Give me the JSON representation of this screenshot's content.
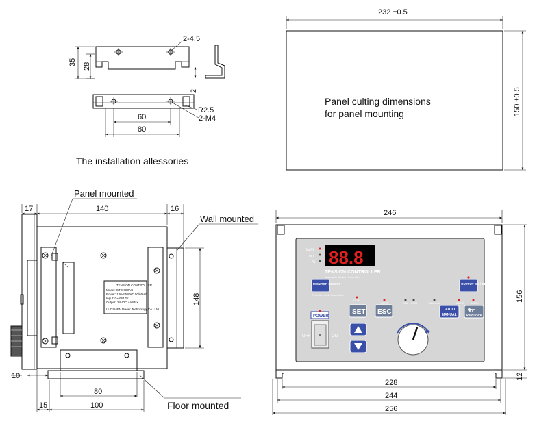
{
  "top_left": {
    "dims": {
      "d35": "35",
      "d28": "28",
      "hole_label": "2-4.5",
      "d2": "2",
      "r": "R2.5",
      "m4": "2-M4",
      "d60": "60",
      "d80": "80"
    },
    "caption": "The installation allessories"
  },
  "top_right": {
    "width_label": "232 ±0.5",
    "height_label": "150 ±0.5",
    "text_line1": "Panel culting dimensions",
    "text_line2": "for panel mounting"
  },
  "bottom_left": {
    "panel_label": "Panel mounted",
    "wall_label": "Wall mounted",
    "floor_label": "Floor mounted",
    "dims": {
      "d17": "17",
      "d140": "140",
      "d16": "16",
      "d148": "148",
      "d10": "10",
      "d80": "80",
      "d15": "15",
      "d100": "100"
    },
    "nameplate": [
      "TENSION CONTROLLER",
      "Model: CTD-888AC",
      "Power: 100-240VAC 50/60Hz",
      "Input: 0~5V/10V",
      "Output: 24VDC 4A Max",
      "LUOSHEN Power Technology Co., Ltd"
    ]
  },
  "bottom_right": {
    "dims": {
      "d246": "246",
      "d156": "156",
      "d12": "12",
      "d228": "228",
      "d244": "244",
      "d256": "256"
    },
    "panel": {
      "unit1": "kgf/N",
      "unit2": "mm",
      "unit3": "%",
      "display": "88.8",
      "title": "TENSION CONTROLLER",
      "subtitle": "Automatic Tension Controller",
      "monitor_btn": "MONITOR SELECT",
      "monitor_note": "Protection mode Panel button",
      "output_btn": "OUTPUT ON / OFF",
      "outa": "OUTA",
      "outb": "OUTB",
      "alm": "ALM",
      "com": "COM",
      "manual": "MANUAL",
      "auto": "AUTO",
      "lock": "LOCK",
      "set": "SET",
      "esc": "ESC",
      "auto_manual_1": "AUTO",
      "auto_manual_2": "MANUAL",
      "key_lock": "KEY LOCK",
      "power": "POWER",
      "off": "OFF",
      "on": "ON",
      "knob_minus": "-",
      "knob_plus": "+"
    }
  }
}
